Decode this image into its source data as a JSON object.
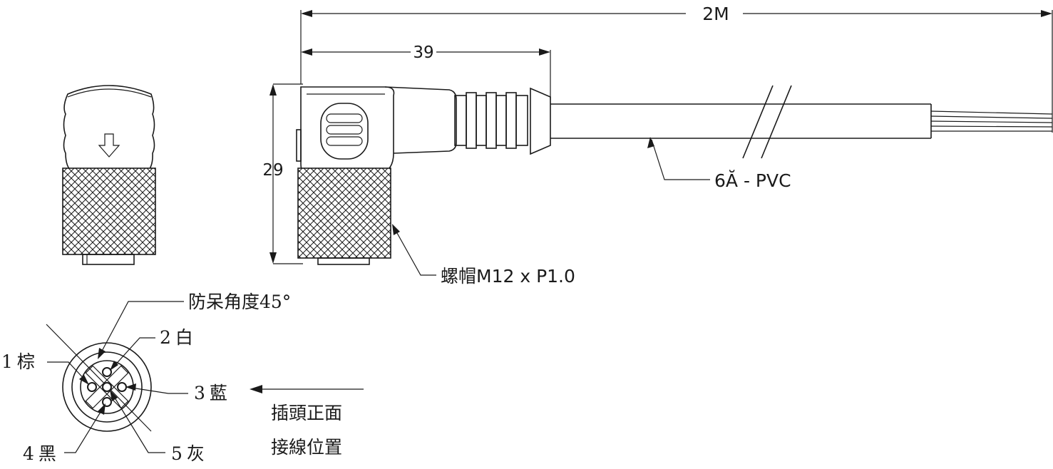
{
  "dimensions": {
    "total_length": "2M",
    "connector_length": "39",
    "connector_height": "29"
  },
  "callouts": {
    "cable": "6Ă - PVC",
    "nut": "螺帽M12 x P1.0",
    "key_angle": "防呆角度45°"
  },
  "pins": [
    {
      "number": "1",
      "color": "棕"
    },
    {
      "number": "2",
      "color": "白"
    },
    {
      "number": "3",
      "color": "藍"
    },
    {
      "number": "4",
      "color": "黑"
    },
    {
      "number": "5",
      "color": "灰"
    }
  ],
  "view_note": {
    "line1": "插頭正面",
    "line2": "接線位置"
  }
}
